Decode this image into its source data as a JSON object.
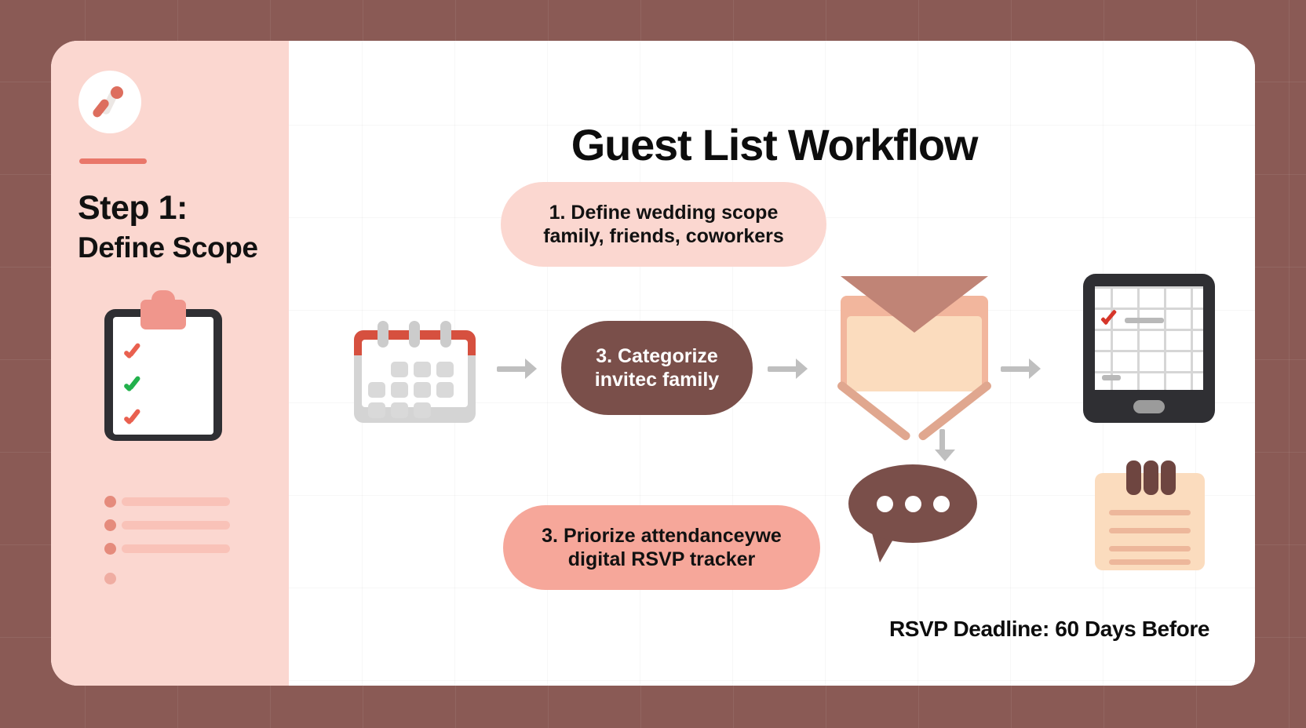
{
  "slide": {
    "title": "Guest List Workflow",
    "footer_note": "RSVP Deadline: 60 Days Before"
  },
  "sidebar": {
    "logo_icon": "abstract-people-logo-icon",
    "step_label": "Step 1:",
    "step_subtitle": "Define Scope",
    "clipboard_icon": "clipboard-checklist-icon",
    "bullet_items": [
      {
        "id": "bullet-1"
      },
      {
        "id": "bullet-2"
      },
      {
        "id": "bullet-3"
      },
      {
        "id": "bullet-4-faded"
      }
    ]
  },
  "flow": {
    "nodes": [
      {
        "id": "node-1",
        "line1": "1. Define wedding scope",
        "line2": "family, friends, coworkers",
        "color": "#fbd7d0",
        "text_color": "#111111"
      },
      {
        "id": "node-2",
        "line1": "3. Categorize",
        "line2": "invitec family",
        "color": "#7a4f4a",
        "text_color": "#ffffff"
      },
      {
        "id": "node-3",
        "line1": "3. Priorize attendanceywe",
        "line2": "digital RSVP tracker",
        "color": "#f6a79a",
        "text_color": "#111111"
      }
    ],
    "arrow_color": "#bfbfbf",
    "arrows": [
      {
        "id": "arrow-down-1",
        "direction": "down"
      },
      {
        "id": "arrow-down-2",
        "direction": "down"
      },
      {
        "id": "arrow-right-1",
        "direction": "right"
      },
      {
        "id": "arrow-right-2",
        "direction": "right"
      },
      {
        "id": "arrow-right-3",
        "direction": "right"
      }
    ]
  },
  "icons": {
    "calendar": "calendar-icon",
    "envelope": "envelope-icon",
    "tablet": "tablet-spreadsheet-icon",
    "speech_bubble": "speech-bubble-icon",
    "note": "notepad-icon"
  },
  "colors": {
    "canvas": "#8a5a55",
    "card": "#ffffff",
    "sidebar": "#fbd7d0",
    "accent": "#e9776a",
    "dark_brown": "#7a4f4a",
    "salmon": "#f6a79a",
    "cream": "#fbdcbe"
  }
}
